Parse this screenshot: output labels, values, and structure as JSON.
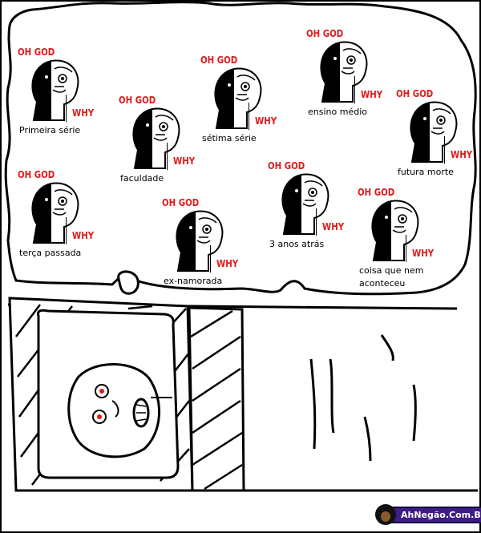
{
  "comic": {
    "exclamation": "OH GOD",
    "question": "WHY",
    "memories": [
      {
        "label": "Primeira série"
      },
      {
        "label": "faculdade"
      },
      {
        "label": "sétima série"
      },
      {
        "label": "ensino médio"
      },
      {
        "label": "futura morte"
      },
      {
        "label": "terça passada"
      },
      {
        "label": "ex-namorada"
      },
      {
        "label": "3 anos atrás"
      },
      {
        "label": "coisa que nem",
        "label2": "aconteceu"
      }
    ]
  },
  "watermark": {
    "text": "AhNegão.Com.Br"
  },
  "colors": {
    "accent": "#e01b1b",
    "logo": "#3f1c86"
  }
}
